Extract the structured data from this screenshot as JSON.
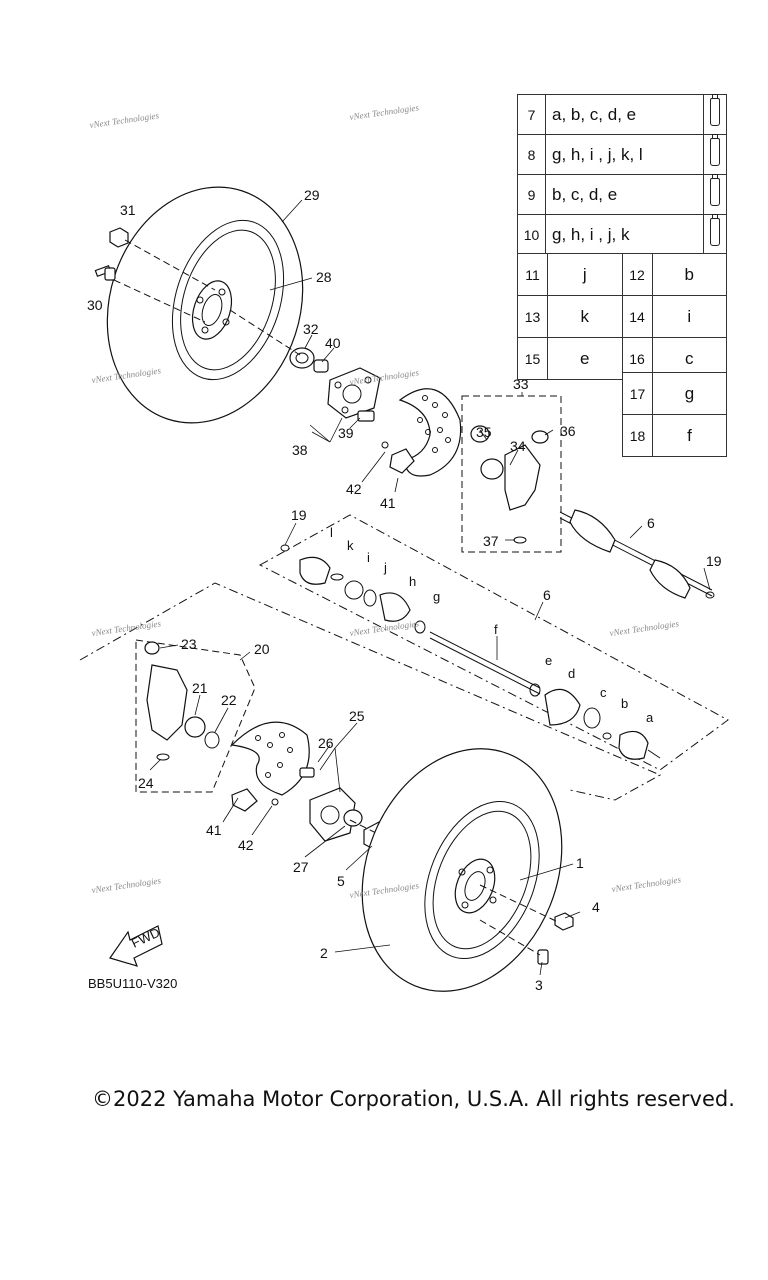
{
  "diagram_code": "BB5U110-V320",
  "copyright": "©2022 Yamaha Motor Corporation, U.S.A. All rights reserved.",
  "watermark": "vNext Technologies",
  "fwd_label": "FWD",
  "callouts": {
    "c1": "1",
    "c2": "2",
    "c3": "3",
    "c4": "4",
    "c5": "5",
    "c6a": "6",
    "c6b": "6",
    "c19a": "19",
    "c19b": "19",
    "c20": "20",
    "c21": "21",
    "c22": "22",
    "c23": "23",
    "c24": "24",
    "c25": "25",
    "c26": "26",
    "c27": "27",
    "c28": "28",
    "c29": "29",
    "c30": "30",
    "c31": "31",
    "c32": "32",
    "c33": "33",
    "c34": "34",
    "c35": "35",
    "c36": "36",
    "c37": "37",
    "c38": "38",
    "c39": "39",
    "c40": "40",
    "c41a": "41",
    "c41b": "41",
    "c42a": "42",
    "c42b": "42",
    "la": "a",
    "lb": "b",
    "lc": "c",
    "ld": "d",
    "le": "e",
    "lf": "f",
    "lg": "g",
    "lh": "h",
    "li": "i",
    "lj": "j",
    "lk": "k",
    "ll": "l"
  },
  "legend": {
    "r7": {
      "num": "7",
      "val": "a, b, c, d, e"
    },
    "r8": {
      "num": "8",
      "val": "g, h, i , j, k, l"
    },
    "r9": {
      "num": "9",
      "val": "b, c, d, e"
    },
    "r10": {
      "num": "10",
      "val": "g, h, i , j, k"
    },
    "r11": {
      "n1": "11",
      "v1": "j",
      "n2": "12",
      "v2": "b"
    },
    "r12": {
      "n1": "13",
      "v1": "k",
      "n2": "14",
      "v2": "i"
    },
    "r13": {
      "n1": "15",
      "v1": "e",
      "n2": "16",
      "v2": "c"
    },
    "r14": {
      "n2": "17",
      "v2": "g"
    },
    "r15": {
      "n2": "18",
      "v2": "f"
    }
  }
}
